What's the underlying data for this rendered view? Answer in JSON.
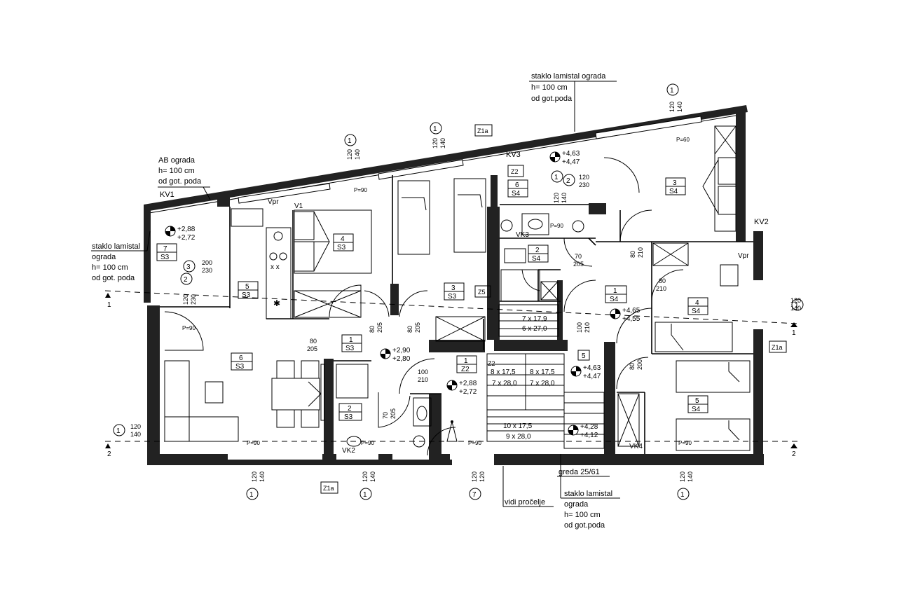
{
  "notes": {
    "top_railing": [
      "staklo lamistal ograda",
      "h= 100 cm",
      "od got.poda"
    ],
    "ab_railing": [
      "AB ograda",
      "h= 100 cm",
      "od got. poda"
    ],
    "left_railing": [
      "staklo lamistal",
      "ograda",
      "h= 100 cm",
      "od got. poda"
    ],
    "bottom_railing": [
      "staklo lamistal",
      "ograda",
      "h= 100 cm",
      "od got.poda"
    ],
    "beam": "greda 25/61",
    "facade": "vidi pročelje"
  },
  "tags": {
    "kv1": "KV1",
    "kv2": "KV2",
    "kv3": "KV3",
    "vk3": "VK3",
    "vk2": "VK2",
    "vk4": "VK4",
    "v1": "V1",
    "vpr_left": "Vpr",
    "vpr_right": "Vpr",
    "z1a_top": "Z1a",
    "z1a_bottom": "Z1a",
    "z1a_right": "Z1a",
    "z2_top": "Z2",
    "z2_mid": "Z2",
    "z5": "Z5",
    "pv": "P=90",
    "pv60": "P=60"
  },
  "rooms": {
    "r7": {
      "num": "7",
      "code": "S3"
    },
    "r5": {
      "num": "5",
      "code": "S3"
    },
    "r4": {
      "num": "4",
      "code": "S3"
    },
    "r3": {
      "num": "3",
      "code": "S3"
    },
    "r6": {
      "num": "6",
      "code": "S3"
    },
    "r1": {
      "num": "1",
      "code": "S3"
    },
    "r2": {
      "num": "2",
      "code": "S3"
    },
    "z2": {
      "num": "1",
      "code": "Z2"
    },
    "e6": {
      "num": "6",
      "code": "S4"
    },
    "e3": {
      "num": "3",
      "code": "S4"
    },
    "e2": {
      "num": "2",
      "code": "S4"
    },
    "e1": {
      "num": "1",
      "code": "S4"
    },
    "e4": {
      "num": "4",
      "code": "S4"
    },
    "e5": {
      "num": "5",
      "code": "S4"
    },
    "st5": {
      "num": "5",
      "code": ""
    }
  },
  "levels": {
    "l1": {
      "a": "+2,88",
      "b": "+2,72"
    },
    "l2": {
      "a": "+2,90",
      "b": "+2,80"
    },
    "l3": {
      "a": "+2,88",
      "b": "+2,72"
    },
    "l4": {
      "a": "+4,63",
      "b": "+4,47"
    },
    "l5": {
      "a": "+4,65",
      "b": "+4,55"
    },
    "l6": {
      "a": "+4,63",
      "b": "+4,47"
    },
    "l7": {
      "a": "+4,28",
      "b": "+4,12"
    }
  },
  "dims": {
    "w120_140": {
      "a": "120",
      "b": "140"
    },
    "w120_120": {
      "a": "120",
      "b": "120"
    },
    "w200_230": {
      "a": "200",
      "b": "230"
    },
    "w120_230": {
      "a": "120",
      "b": "230"
    },
    "d80_205": {
      "a": "80",
      "b": "205"
    },
    "d70_205": {
      "a": "70",
      "b": "205"
    },
    "d100_210": {
      "a": "100",
      "b": "210"
    },
    "d80_210": {
      "a": "80",
      "b": "210"
    },
    "d80_200": {
      "a": "80",
      "b": "200"
    },
    "d100_210v": {
      "a": "100",
      "b": "210"
    }
  },
  "stairs": {
    "s1": "7 x 17,9",
    "s2": "6 x 27,0",
    "s3": "8 x 17,5",
    "s4": "7 x 28,0",
    "s5": "8 x 17,5",
    "s6": "7 x 28,0",
    "s7": "10 x 17,5",
    "s8": "9 x 28,0"
  },
  "markers": {
    "one": "1",
    "two": "2",
    "three": "3",
    "seven": "7"
  }
}
